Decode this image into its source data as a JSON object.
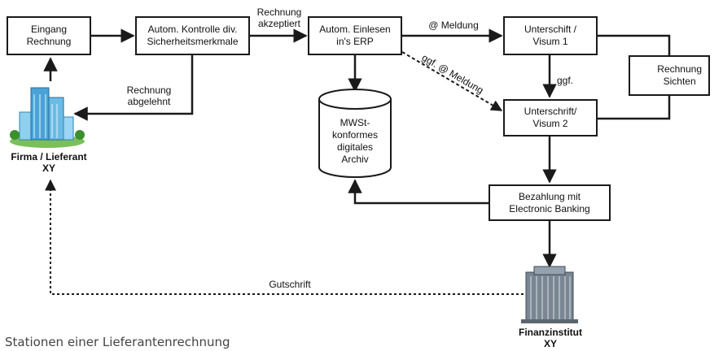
{
  "nodes": {
    "eingang": "Eingang\nRechnung",
    "kontrolle": "Autom. Kontrolle div.\nSicherheitsmerkmale",
    "einlesen": "Autom. Einlesen\nin's ERP",
    "visum1": "Unterschift /\nVisum 1",
    "visum2": "Unterschrift/\nVisum 2",
    "bezahlung": "Bezahlung mit\nElectronic Banking",
    "archiv": "MWSt-\nkonformes\ndigitales\nArchiv",
    "sichten": "Rechnung\nSichten"
  },
  "labels": {
    "akzeptiert": "Rechnung\nakzeptiert",
    "abgelehnt": "Rechnung\nabgelehnt",
    "meldung": "@ Meldung",
    "ggf_meldung": "ggf. @ Meldung",
    "ggf": "ggf.",
    "gutschrift": "Gutschrift"
  },
  "actors": {
    "firma_name": "Firma / Lieferant",
    "firma_sub": "XY",
    "bank_name": "Finanzinstitut",
    "bank_sub": "XY"
  },
  "caption": "Stationen einer Lieferantenrechnung",
  "colors": {
    "line": "#1a1a1a",
    "pdf_icon": "#c62828",
    "building_glass": "#4aa3d6",
    "bank_building": "#7a8792"
  }
}
